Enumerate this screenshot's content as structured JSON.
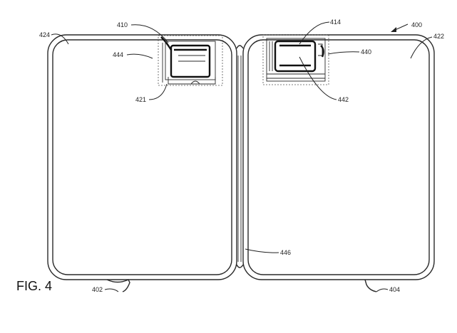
{
  "figure": {
    "label": "FIG. 4",
    "refs": {
      "r400": "400",
      "r402": "402",
      "r404": "404",
      "r410": "410",
      "r414": "414",
      "r421": "421",
      "r422": "422",
      "r424": "424",
      "r440": "440",
      "r442": "442",
      "r444": "444",
      "r446": "446"
    }
  }
}
